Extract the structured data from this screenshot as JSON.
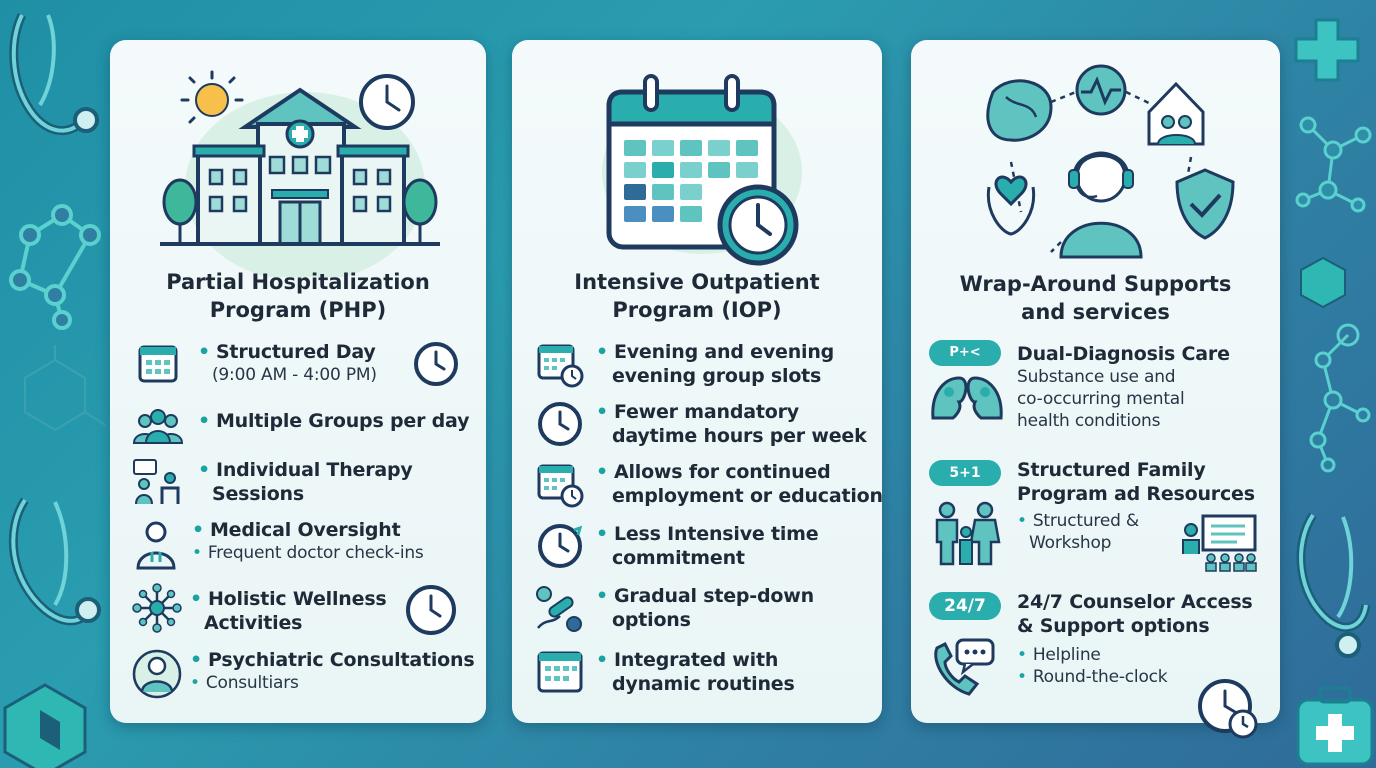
{
  "columns": [
    {
      "title_line1": "Partial Hospitalization",
      "title_line2": "Program (PHP)",
      "items": [
        {
          "heading": "Structured Day",
          "sub": "(9:00 AM - 4:00 PM)"
        },
        {
          "heading": "Multiple Groups per day"
        },
        {
          "heading1": "Individual Therapy",
          "heading2": "Sessions"
        },
        {
          "heading": "Medical Oversight",
          "sub": "Frequent doctor check-ins"
        },
        {
          "heading1": "Holistic Wellness",
          "heading2": "Activities"
        },
        {
          "heading": "Psychiatric Consultations",
          "sub": "Consultiars"
        }
      ]
    },
    {
      "title_line1": "Intensive Outpatient",
      "title_line2": "Program (IOP)",
      "items": [
        {
          "line1": "Evening and evening",
          "line2": "evening group slots"
        },
        {
          "line1": "Fewer mandatory",
          "line2": "daytime hours per week"
        },
        {
          "line1": "Allows for continued",
          "line2": "employment or education"
        },
        {
          "line1": "Less Intensive time",
          "line2": "commitment"
        },
        {
          "line1": "Gradual step-down",
          "line2": "options"
        },
        {
          "line1": "Integrated with",
          "line2": "dynamic routines"
        }
      ]
    },
    {
      "title_line1": "Wrap-Around Supports",
      "title_line2": "and services",
      "items": [
        {
          "pill": "P+<",
          "heading": "Dual-Diagnosis Care",
          "sub1": "Substance use and",
          "sub2": "co-occurring mental",
          "sub3": "health conditions"
        },
        {
          "pill": "5+1",
          "heading1": "Structured Family",
          "heading2": "Program ad Resources",
          "sub1": "Structured &",
          "sub2": "Workshop"
        },
        {
          "pill": "24/7",
          "heading1": "24/7 Counselor Access",
          "heading2": "& Support options",
          "sub1": "Helpline",
          "sub2": "Round-the-clock"
        }
      ]
    }
  ],
  "colors": {
    "teal": "#2aaead",
    "navy": "#1e3a5f",
    "background": "#2a9db0",
    "card": "#f4fafb"
  },
  "icons": [
    "hospital-icon",
    "sun-icon",
    "clock-icon",
    "calendar-icon",
    "group-icon",
    "therapy-icon",
    "doctor-icon",
    "wellness-icon",
    "psychiatrist-icon",
    "medication-icon",
    "brain-icon",
    "heart-rate-icon",
    "home-family-icon",
    "heart-hands-icon",
    "counselor-icon",
    "shield-check-icon",
    "heads-icon",
    "family-icon",
    "workshop-icon",
    "phone-chat-icon",
    "stethoscope-icon",
    "molecule-icon",
    "medical-cross-icon"
  ]
}
